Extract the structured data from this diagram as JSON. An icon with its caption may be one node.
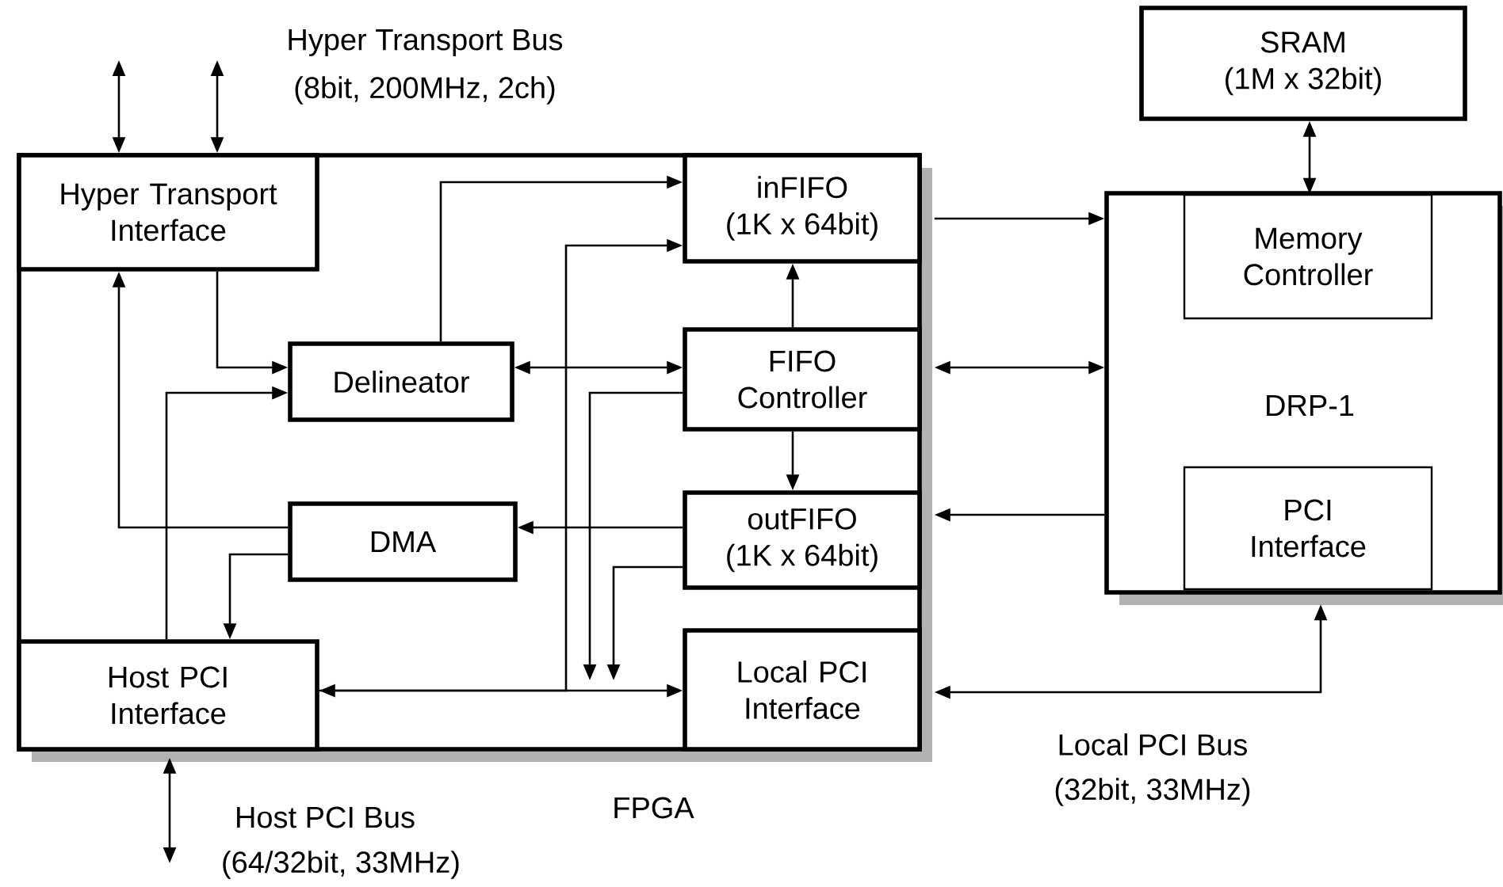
{
  "diagram": {
    "nodes": [
      {
        "text": [
          "FPGA"
        ]
      },
      {
        "text": [
          "Hyper Transport Interface"
        ],
        "in": 0
      },
      {
        "text": [
          "inFIFO",
          "(1K x 64bit)"
        ],
        "in": 0
      },
      {
        "text": [
          "Delineator"
        ],
        "in": 0
      },
      {
        "text": [
          "FIFO Controller"
        ],
        "in": 0
      },
      {
        "text": [
          "DMA"
        ],
        "in": 0
      },
      {
        "text": [
          "outFIFO",
          "(1K x 64bit)"
        ],
        "in": 0
      },
      {
        "text": [
          "Host PCI Interface"
        ],
        "in": 0
      },
      {
        "text": [
          "Local PCI Interface"
        ],
        "in": 0
      },
      {
        "text": [
          "SRAM",
          "(1M x 32bit)"
        ]
      },
      {
        "text": [
          "DRP-1"
        ]
      },
      {
        "text": [
          "Memory Controller"
        ],
        "in": 10
      },
      {
        "text": [
          "PCI Interface"
        ],
        "in": 10
      }
    ],
    "edges": [
      {
        "from": null,
        "to": 1,
        "arrow": "both"
      },
      {
        "from": null,
        "to": 1,
        "arrow": "both"
      },
      {
        "from": 7,
        "to": null,
        "arrow": "both"
      },
      {
        "from": 1,
        "to": 3,
        "arrow": "to"
      },
      {
        "from": 7,
        "to": 3,
        "arrow": "to"
      },
      {
        "from": 5,
        "to": 1,
        "arrow": "to"
      },
      {
        "from": 5,
        "to": 7,
        "arrow": "to"
      },
      {
        "from": 3,
        "to": 2,
        "arrow": "to"
      },
      {
        "from": 3,
        "to": 4,
        "arrow": "both"
      },
      {
        "from": 4,
        "to": 2,
        "arrow": "to"
      },
      {
        "from": 4,
        "to": 6,
        "arrow": "to"
      },
      {
        "from": 6,
        "to": 5,
        "arrow": "to"
      },
      {
        "from": 7,
        "to": 8,
        "arrow": "both"
      },
      {
        "from": 7,
        "to": 2,
        "arrow": "to"
      },
      {
        "from": 4,
        "to": 8,
        "arrow": "to"
      },
      {
        "from": 6,
        "to": 8,
        "arrow": "to"
      },
      {
        "from": 2,
        "to": 10,
        "arrow": "to"
      },
      {
        "from": 4,
        "to": 10,
        "arrow": "both"
      },
      {
        "from": 10,
        "to": 6,
        "arrow": "to"
      },
      {
        "from": 8,
        "to": 12,
        "arrow": "both"
      },
      {
        "from": 9,
        "to": 11,
        "arrow": "both"
      }
    ],
    "labels": [
      "Hyper Transport Bus",
      "(8bit, 200MHz, 2ch)",
      "Host PCI Bus",
      "(64/32bit, 33MHz)",
      "Local PCI Bus",
      "(32bit, 33MHz)"
    ]
  }
}
